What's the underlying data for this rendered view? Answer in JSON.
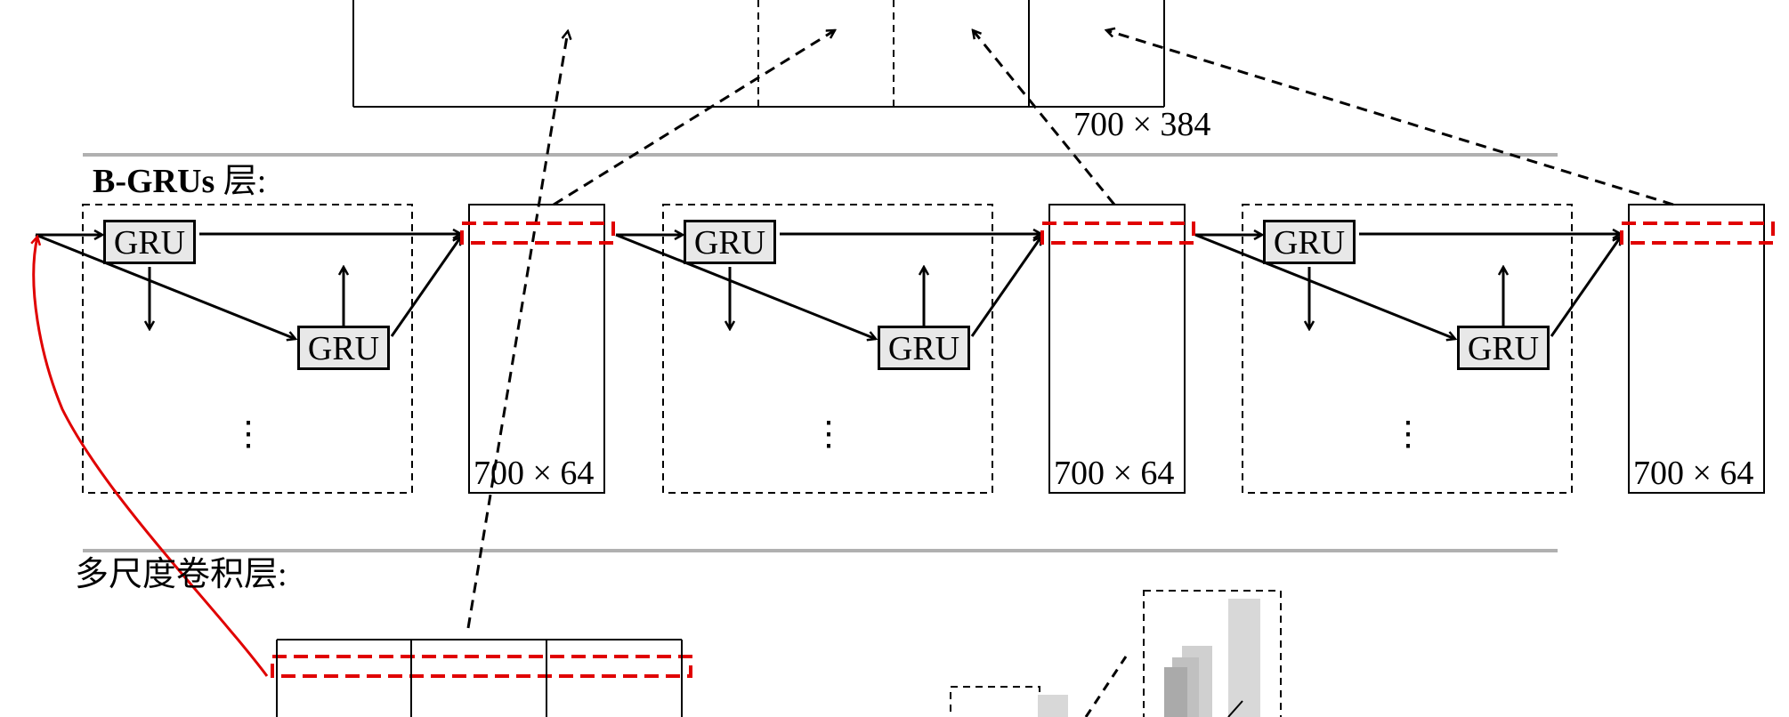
{
  "labels": {
    "bgru_layer_bold": "B-GRUs",
    "bgru_layer_suffix": " 层:",
    "conv_layer": "多尺度卷积层:",
    "top_dim": "700 × 384",
    "gru": "GRU",
    "block_dims": [
      "700 × 64",
      "700 × 64",
      "700 × 64"
    ]
  },
  "colors": {
    "highlight": "#e00000",
    "separator": "#b0b0b0",
    "gru_fill": "#e8e8e8"
  }
}
